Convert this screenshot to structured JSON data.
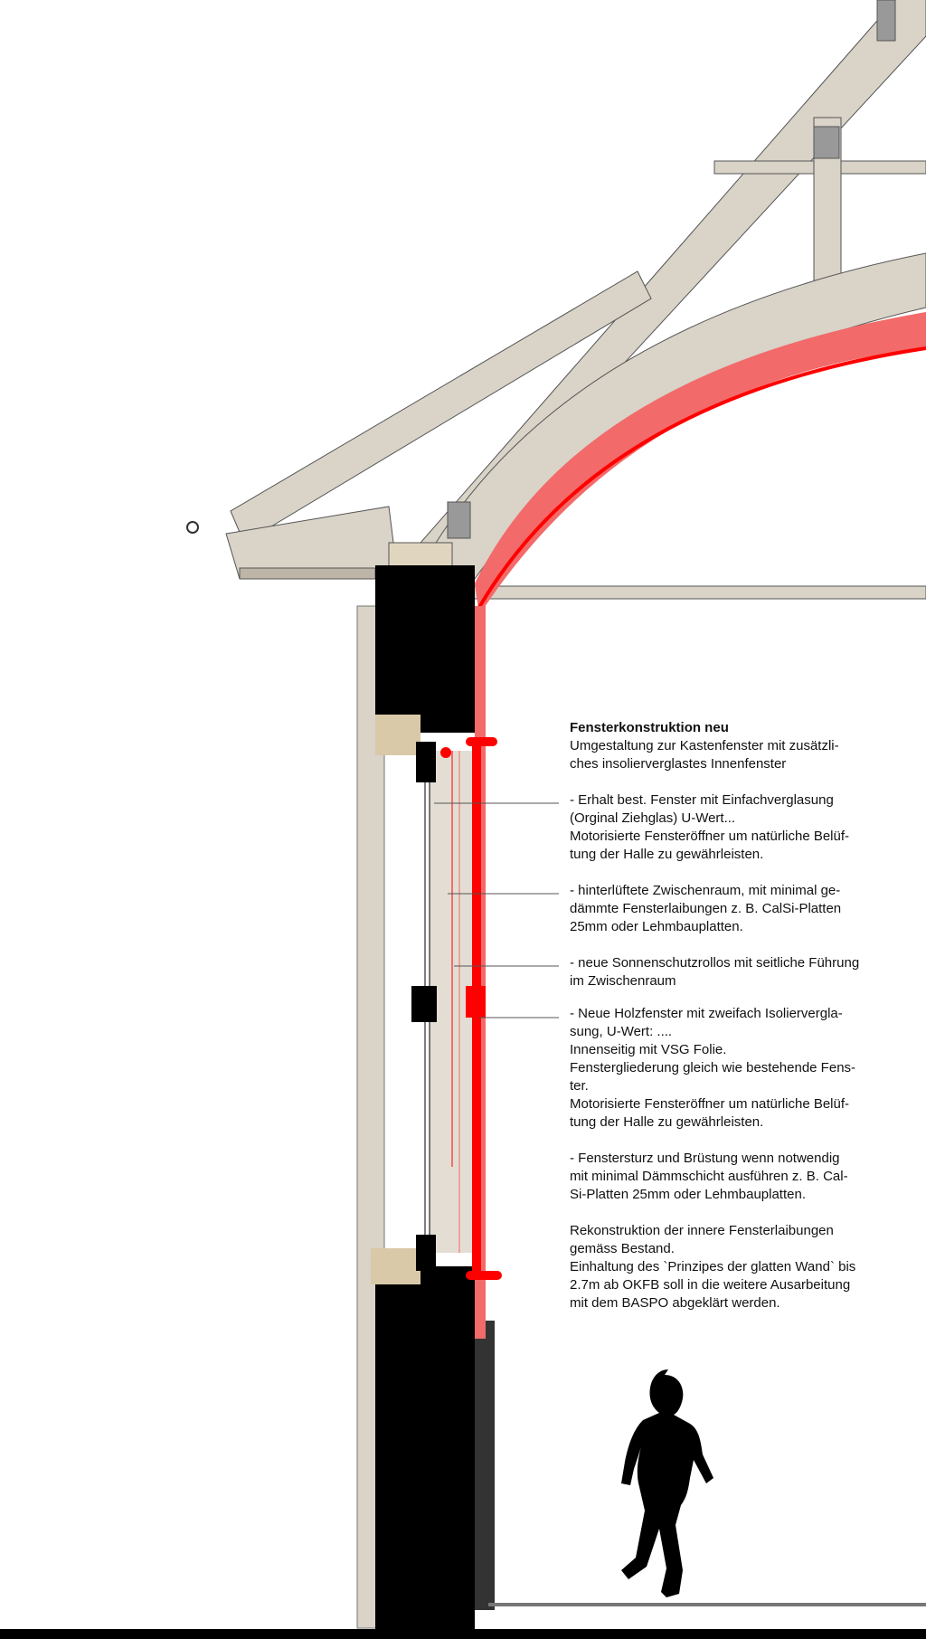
{
  "notes": {
    "title": "Fensterkonstruktion neu",
    "intro": [
      "Umgestaltung zur Kastenfenster mit zusätzli-",
      "ches insolierverglastes Innenfenster"
    ],
    "items": [
      [
        "- Erhalt best. Fenster mit Einfachverglasung",
        "(Orginal Ziehglas) U-Wert...",
        "Motorisierte Fensteröffner um natürliche Belüf-",
        "tung der Halle zu gewährleisten."
      ],
      [
        "- hinterlüftete Zwischenraum, mit minimal ge-",
        "dämmte Fensterlaibungen z. B. CalSi-Platten",
        "25mm oder Lehmbauplatten."
      ],
      [
        "- neue Sonnenschutzrollos mit seitliche Führung",
        "im Zwischenraum"
      ],
      [
        "- Neue Holzfenster mit zweifach Isoliervergla-",
        "sung, U-Wert: ....",
        "Innenseitig mit VSG Folie.",
        "Fenstergliederung gleich wie bestehende Fens-",
        "ter.",
        "Motorisierte Fensteröffner um natürliche Belüf-",
        "tung der Halle zu gewährleisten."
      ],
      [
        "- Fenstersturz und Brüstung wenn notwendig",
        "mit minimal Dämmschicht ausführen z. B. Cal-",
        "Si-Platten 25mm oder Lehmbauplatten."
      ],
      [
        "Rekonstruktion der innere Fensterlaibungen",
        "gemäss Bestand.",
        "Einhaltung des `Prinzipes der glatten Wand` bis",
        "2.7m ab OKFB soll in die weitere Ausarbeitung",
        "mit dem BASPO abgeklärt werden."
      ]
    ]
  },
  "colors": {
    "timber": "#d9d3c8",
    "wall": "#000000",
    "new_red": "#ff0000",
    "insulation": "#f26a6a"
  }
}
